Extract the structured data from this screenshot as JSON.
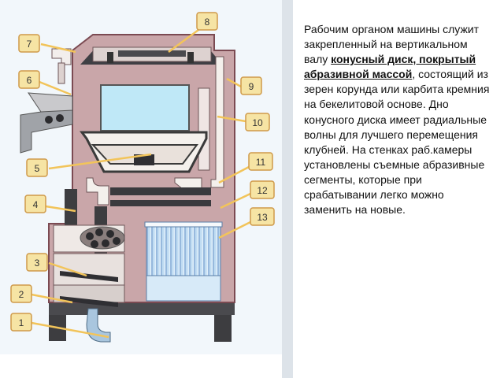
{
  "description": {
    "lead": "Рабочим органом машины служит закрепленный на вертикальном валу",
    "highlight": "конусный диск, покрытый абразивной массой",
    "tail": ", состоящий из зерен корунда или карбита кремния на бекелитовой основе. Дно конусного диска имеет радиальные волны для лучшего перемещения клубней. На стенках раб.камеры установлены съемные абразивные сегменты, которые при срабатывании легко можно заменить на новые."
  },
  "callouts": [
    "1",
    "2",
    "3",
    "4",
    "5",
    "6",
    "7",
    "8",
    "9",
    "10",
    "11",
    "12",
    "13"
  ],
  "colors": {
    "body_fill": "#c9a6a9",
    "body_outline": "#7b4a52",
    "window": "#bfe8f7",
    "chamber": "#f4f0ec",
    "dark_part": "#3d3d40",
    "label_box": "#f6e4a4",
    "label_border": "#cf9a4a",
    "leader_line": "#f2c45a"
  }
}
